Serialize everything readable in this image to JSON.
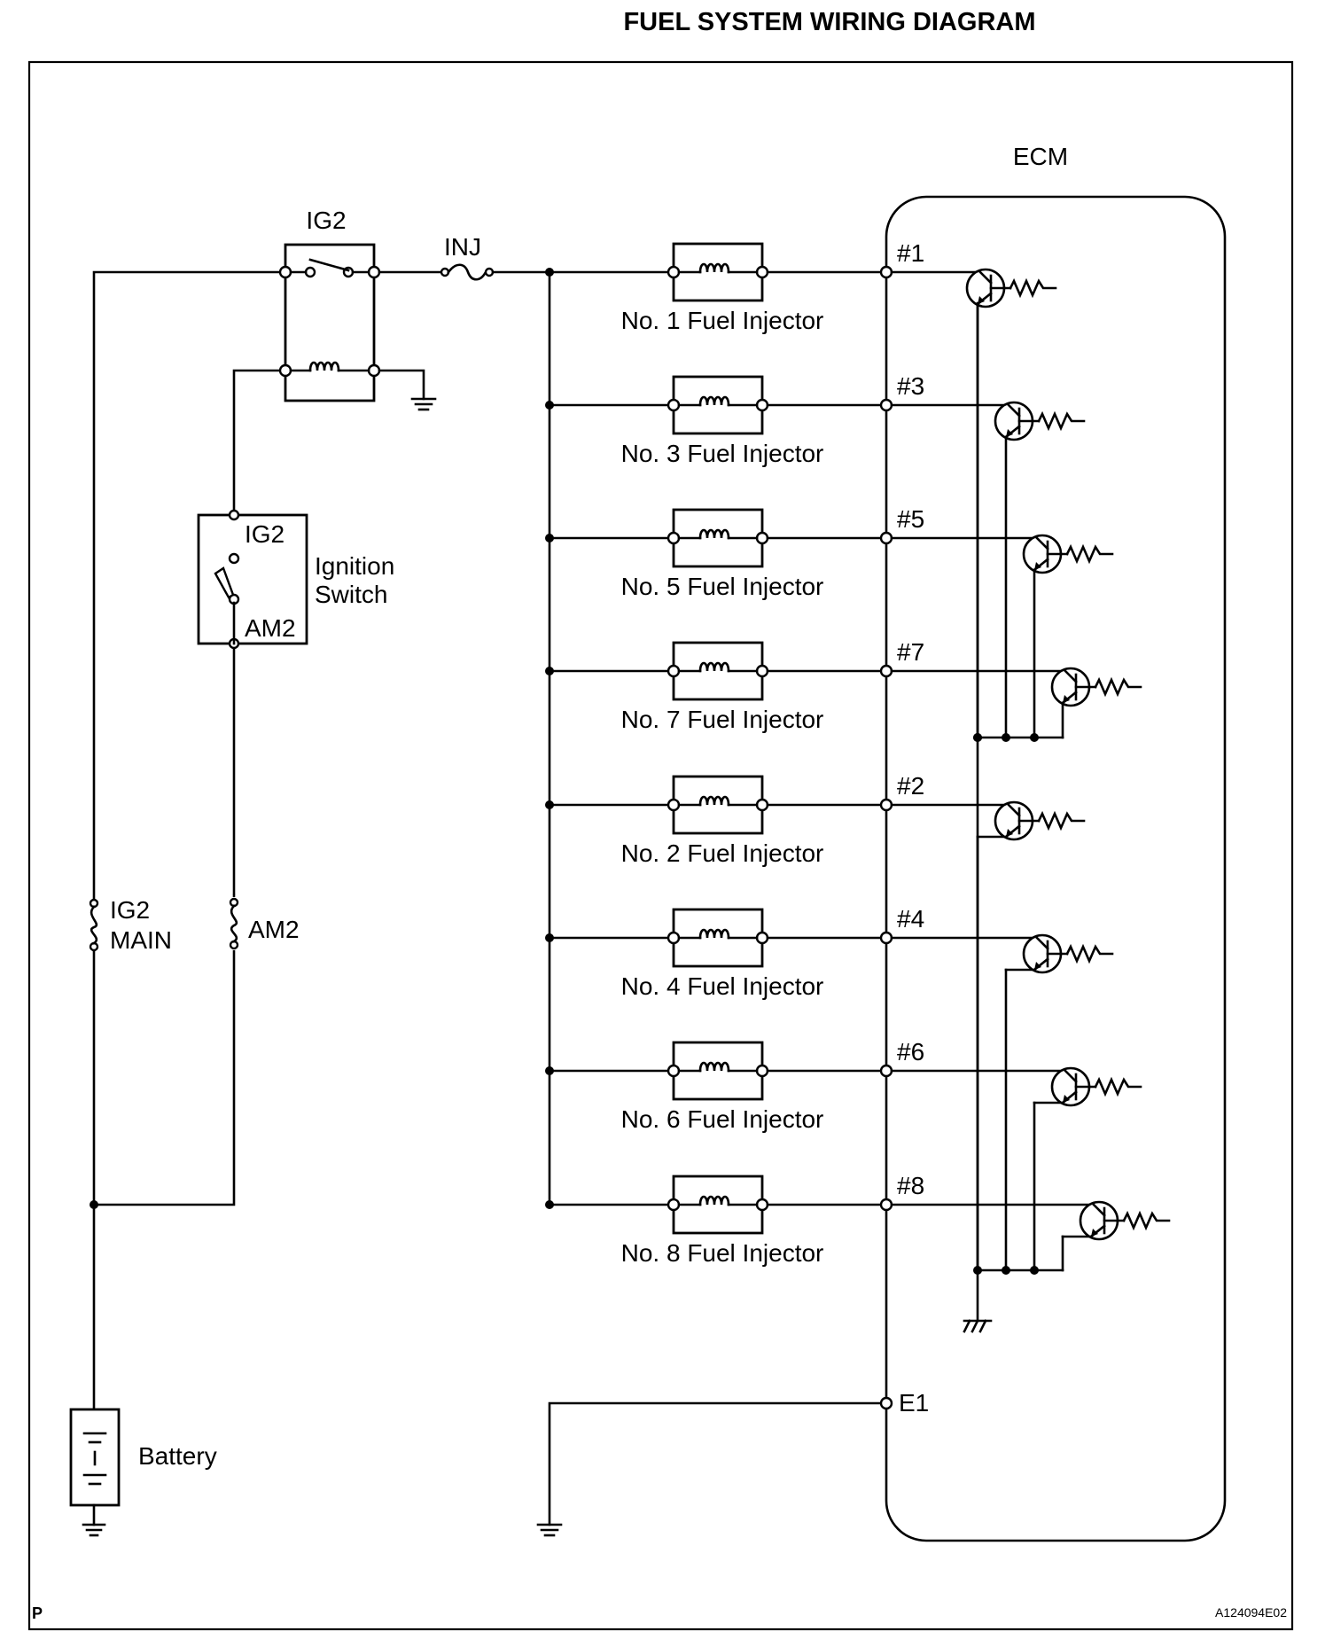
{
  "title": "FUEL SYSTEM WIRING DIAGRAM",
  "ecm": {
    "label": "ECM",
    "ground_terminal": "E1"
  },
  "relay": {
    "label": "IG2"
  },
  "fuse_inj": {
    "label": "INJ"
  },
  "ignition_switch": {
    "label_line1": "Ignition",
    "label_line2": "Switch",
    "terminal_top": "IG2",
    "terminal_bottom": "AM2"
  },
  "fuse_ig2_main": {
    "label_line1": "IG2",
    "label_line2": "MAIN"
  },
  "fuse_am2": {
    "label": "AM2"
  },
  "battery": {
    "label": "Battery"
  },
  "injectors": [
    {
      "terminal": "#1",
      "label": "No. 1 Fuel Injector"
    },
    {
      "terminal": "#3",
      "label": "No. 3 Fuel Injector"
    },
    {
      "terminal": "#5",
      "label": "No. 5 Fuel Injector"
    },
    {
      "terminal": "#7",
      "label": "No. 7 Fuel Injector"
    },
    {
      "terminal": "#2",
      "label": "No. 2 Fuel Injector"
    },
    {
      "terminal": "#4",
      "label": "No. 4 Fuel Injector"
    },
    {
      "terminal": "#6",
      "label": "No. 6 Fuel Injector"
    },
    {
      "terminal": "#8",
      "label": "No. 8 Fuel Injector"
    }
  ],
  "footer": {
    "left_mark": "P",
    "figure_id": "A124094E02"
  }
}
